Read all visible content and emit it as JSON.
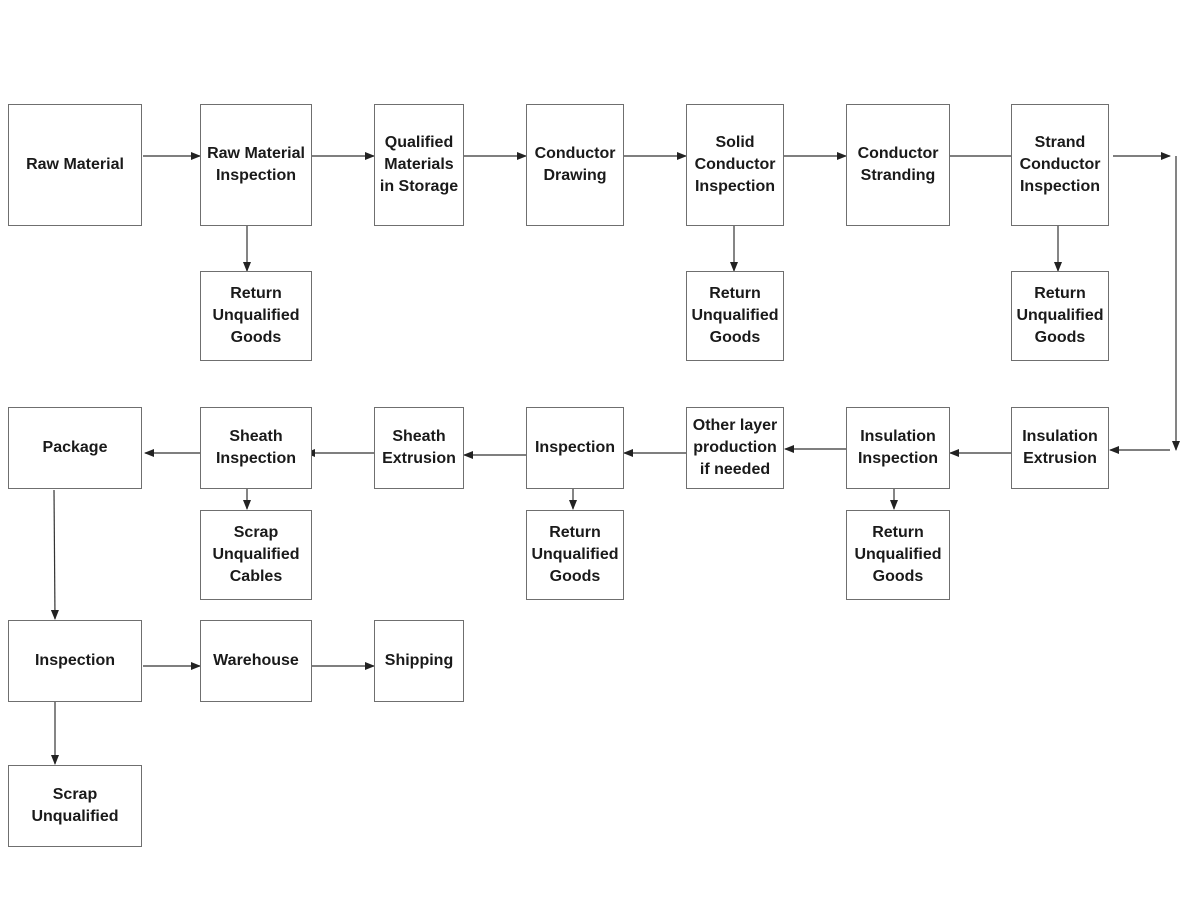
{
  "diagram": {
    "nodes": {
      "raw_material": "Raw Material",
      "raw_material_inspection": "Raw Material\nInspection",
      "qualified_materials_storage": "Qualified\nMaterials\nin Storage",
      "conductor_drawing": "Conductor\nDrawing",
      "solid_conductor_inspection": "Solid\nConductor\nInspection",
      "conductor_stranding": "Conductor\nStranding",
      "strand_conductor_inspection": "Strand\nConductor\nInspection",
      "return_unqualified_1": "Return\nUnqualified\nGoods",
      "return_unqualified_2": "Return\nUnqualified\nGoods",
      "return_unqualified_3": "Return\nUnqualified\nGoods",
      "package": "Package",
      "sheath_inspection": "Sheath\nInspection",
      "sheath_extrusion": "Sheath\nExtrusion",
      "inspection_mid": "Inspection",
      "other_layer_production": "Other layer\nproduction\nif needed",
      "insulation_inspection": "Insulation\nInspection",
      "insulation_extrusion": "Insulation\nExtrusion",
      "scrap_unqualified_cables": "Scrap\nUnqualified\nCables",
      "return_unqualified_4": "Return\nUnqualified\nGoods",
      "return_unqualified_5": "Return\nUnqualified\nGoods",
      "final_inspection": "Inspection",
      "warehouse": "Warehouse",
      "shipping": "Shipping",
      "scrap_unqualified": "Scrap\nUnqualified"
    },
    "edges": [
      {
        "from": "raw_material",
        "to": "raw_material_inspection"
      },
      {
        "from": "raw_material_inspection",
        "to": "qualified_materials_storage"
      },
      {
        "from": "qualified_materials_storage",
        "to": "conductor_drawing"
      },
      {
        "from": "conductor_drawing",
        "to": "solid_conductor_inspection"
      },
      {
        "from": "solid_conductor_inspection",
        "to": "conductor_stranding"
      },
      {
        "from": "conductor_stranding",
        "to": "strand_conductor_inspection"
      },
      {
        "from": "strand_conductor_inspection",
        "to": "insulation_extrusion"
      },
      {
        "from": "raw_material_inspection",
        "to": "return_unqualified_1"
      },
      {
        "from": "solid_conductor_inspection",
        "to": "return_unqualified_2"
      },
      {
        "from": "strand_conductor_inspection",
        "to": "return_unqualified_3"
      },
      {
        "from": "insulation_extrusion",
        "to": "insulation_inspection"
      },
      {
        "from": "insulation_inspection",
        "to": "other_layer_production"
      },
      {
        "from": "other_layer_production",
        "to": "inspection_mid"
      },
      {
        "from": "inspection_mid",
        "to": "sheath_extrusion"
      },
      {
        "from": "sheath_extrusion",
        "to": "sheath_inspection"
      },
      {
        "from": "sheath_inspection",
        "to": "package"
      },
      {
        "from": "insulation_inspection",
        "to": "return_unqualified_5"
      },
      {
        "from": "inspection_mid",
        "to": "return_unqualified_4"
      },
      {
        "from": "sheath_inspection",
        "to": "scrap_unqualified_cables"
      },
      {
        "from": "package",
        "to": "final_inspection"
      },
      {
        "from": "final_inspection",
        "to": "warehouse"
      },
      {
        "from": "warehouse",
        "to": "shipping"
      },
      {
        "from": "final_inspection",
        "to": "scrap_unqualified"
      }
    ]
  }
}
